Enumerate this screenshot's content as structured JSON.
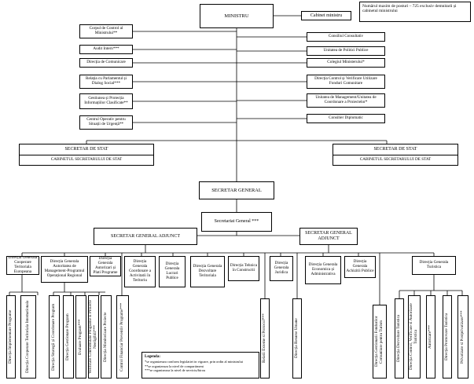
{
  "note": "Numărul maxim de posturi – 725 exclusiv demnitarii și cabinetul ministrului",
  "ministru": "MINISTRU",
  "cabinet_ministru": "Cabinet ministru",
  "left_units": [
    "Corpul de Control al Ministrului**",
    "Audit Intern***",
    "Direcția de Comunicare",
    "Relația cu Parlamentul și Dialog Social***",
    "Gestiunea și Protecția Informațiilor Clasificate**",
    "Centrul Operativ pentru Situații de Urgență**"
  ],
  "right_units": [
    "Consiliul Consultativ",
    "Unitatea de Politici Publice",
    "Colegiul Ministerului*",
    "Direcția Control și Verificare Utilizare Fonduri Comunitare",
    "Unitatea de Management/Unitatea de Coordonare a Proiectelor*",
    "Consilier Diplomatic"
  ],
  "secretar_stat": {
    "title": "SECRETAR DE STAT",
    "cabinet": "CABINETUL SECRETARULUI DE STAT"
  },
  "secretar_general": "SECRETAR GENERAL",
  "secretariat_general": "Secretariat General ***",
  "secretar_general_adjunct": "SECRETAR GENERAL ADJUNCT",
  "directii_generale": [
    "Direcția Generala Cooperare Teritoriala Europeana",
    "Direcția Generala Autoritatea de Management-Programul Operațional Regional",
    "Direcția Generala Autorizari și Plati Programe",
    "Direcția Generala Coordonare a Activitatii în Teritoriu",
    "Direcția Generala Lucrari Publice",
    "Direcția Generala Dezvoltare Teritoriala",
    "Direcția Tehnica în Constructii",
    "Direcția Generala Juridica",
    "Direcția Generala Economica și Administrativa",
    "Direcția Generala Achizitii Publice",
    "Direcția Generala Turistica"
  ],
  "sub_directii": [
    "Direcția Implementare Programe",
    "Direcția Cooperare Teritoriala Internationala",
    "Direcția Strategii și Coordonare Program",
    "Direcția Gestionare Program",
    "Evaluare Program***",
    "Verificare Conformitate Programe si Proiecte Neeligibili***",
    "Direcția Monitorizare Proiecte",
    "Control Financiar Preventiv Programe***",
    "Relatii Externe si Protocol***",
    "Direcția Resurse Umane",
    "Direcția Gestionarii Fondurilor Comunitare pentru Turism",
    "Direcția Dezvoltare Turistica",
    "Direcția Control, Verificare si Autorizare Turistica",
    "Autorizare***",
    "Direcția Promovare Turistica",
    "Privatizare si Postprivatizare***"
  ],
  "legend": {
    "title": "Legenda:",
    "items": [
      "*se organizeaza conform legislatiei in vigoare, prin ordin al ministrului",
      "**se organizeaza la nivel de compartiment",
      "***se organizeaza la nivel de serviciu/birou"
    ]
  }
}
